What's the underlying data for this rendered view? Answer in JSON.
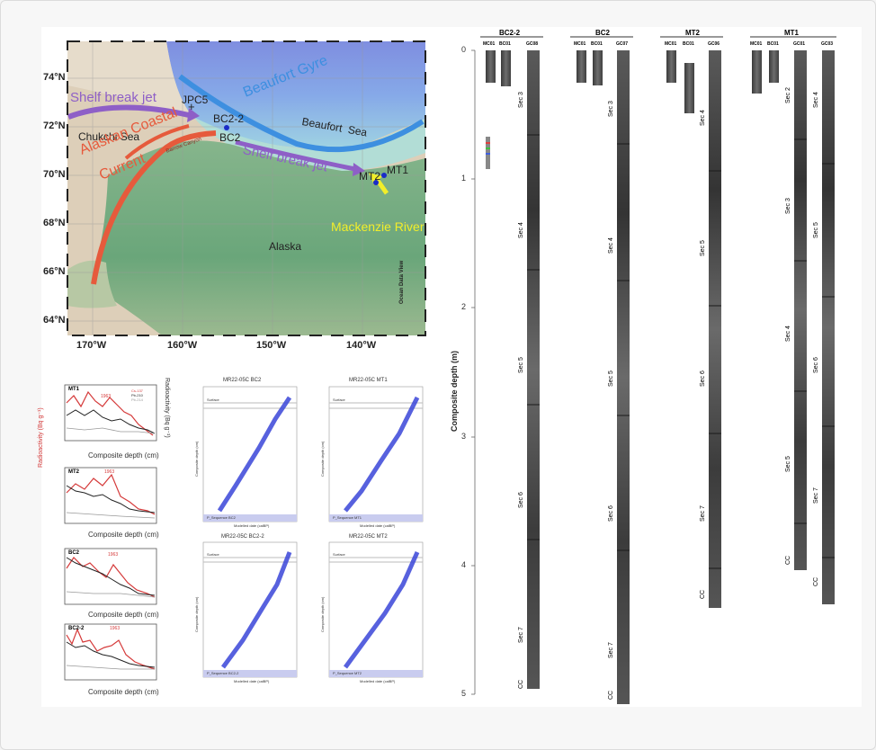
{
  "map": {
    "lat_labels": [
      "74°N",
      "72°N",
      "70°N",
      "68°N",
      "66°N",
      "64°N"
    ],
    "lon_labels": [
      "170°W",
      "160°W",
      "150°W",
      "140°W"
    ],
    "credit": "Ocean Data View",
    "labels": {
      "shelf_break_jet_west": "Shelf break jet",
      "shelf_break_jet_east": "Shelf break jet",
      "beaufort_gyre": "Beaufort Gyre",
      "beaufort_sea": "Beaufort  Sea",
      "chukchi_sea": "Chukchi Sea",
      "alaskan_coastal_current_1": "Alaskan Coastal",
      "alaskan_coastal_current_2": "Current",
      "barrow_canyon": "Barrow Canyon",
      "mackenzie_river": "Mackenzie River",
      "alaska": "Alaska"
    },
    "stations": [
      "JPC5",
      "BC2-2",
      "BC2",
      "MT2",
      "MT1"
    ],
    "colors": {
      "shelf_break_jet": "#8e5fc7",
      "beaufort_gyre": "#3d8fe0",
      "coastal_current": "#e65a3c",
      "mackenzie": "#f2ee2a"
    }
  },
  "profiles": [
    {
      "core": "MT1",
      "annotation": "1963"
    },
    {
      "core": "MT2",
      "annotation": "1963"
    },
    {
      "core": "BC2",
      "annotation": "1963"
    },
    {
      "core": "BC2-2",
      "annotation": "1963"
    }
  ],
  "profile_common": {
    "ylabel_left": "Radioactivity (Bq g⁻¹)",
    "ylabel_right": "Radioactivity (Bq g⁻¹)",
    "xlabel": "Composite depth (cm)",
    "legend": [
      "Cs-137",
      "Pb-210",
      "Pb-214"
    ]
  },
  "age_models": [
    {
      "title": "MR22-05C BC2",
      "footer": "P_Sequence BC2"
    },
    {
      "title": "MR22-05C MT1",
      "footer": "P_Sequence MT1"
    },
    {
      "title": "MR22-05C BC2-2",
      "footer": "P_Sequence BC2-2"
    },
    {
      "title": "MR22-05C MT2",
      "footer": "P_Sequence MT2"
    }
  ],
  "age_model_common": {
    "xlabel": "Modelled date (calBP)",
    "ylabel": "Composite depth (cm)",
    "top_label": "Surface"
  },
  "cores": {
    "ylabel": "Composite depth (m)",
    "depth_ticks": [
      "0",
      "1",
      "2",
      "3",
      "4",
      "5"
    ],
    "groups": [
      {
        "name": "BC2-2",
        "columns": [
          "MC01",
          "BC01",
          "GC08"
        ],
        "sections": [
          "Sec 3",
          "Sec 4",
          "Sec 5",
          "Sec 6",
          "Sec 7",
          "CC"
        ]
      },
      {
        "name": "BC2",
        "columns": [
          "MC01",
          "BC01",
          "GC07"
        ],
        "sections": [
          "Sec 3",
          "Sec 4",
          "Sec 5",
          "Sec 6",
          "Sec 7",
          "CC"
        ]
      },
      {
        "name": "MT2",
        "columns": [
          "MC01",
          "BC01",
          "GC06"
        ],
        "sections": [
          "Sec 4",
          "Sec 5",
          "Sec 6",
          "Sec 7",
          "CC"
        ]
      },
      {
        "name": "MT1",
        "columns": [
          "MC01",
          "BC01",
          "GC01",
          "GC03"
        ],
        "sections_left": [
          "Sec 2",
          "Sec 3",
          "Sec 4",
          "Sec 5",
          "CC"
        ],
        "sections_right": [
          "Sec 4",
          "Sec 5",
          "Sec 6",
          "Sec 7",
          "CC"
        ]
      }
    ]
  }
}
